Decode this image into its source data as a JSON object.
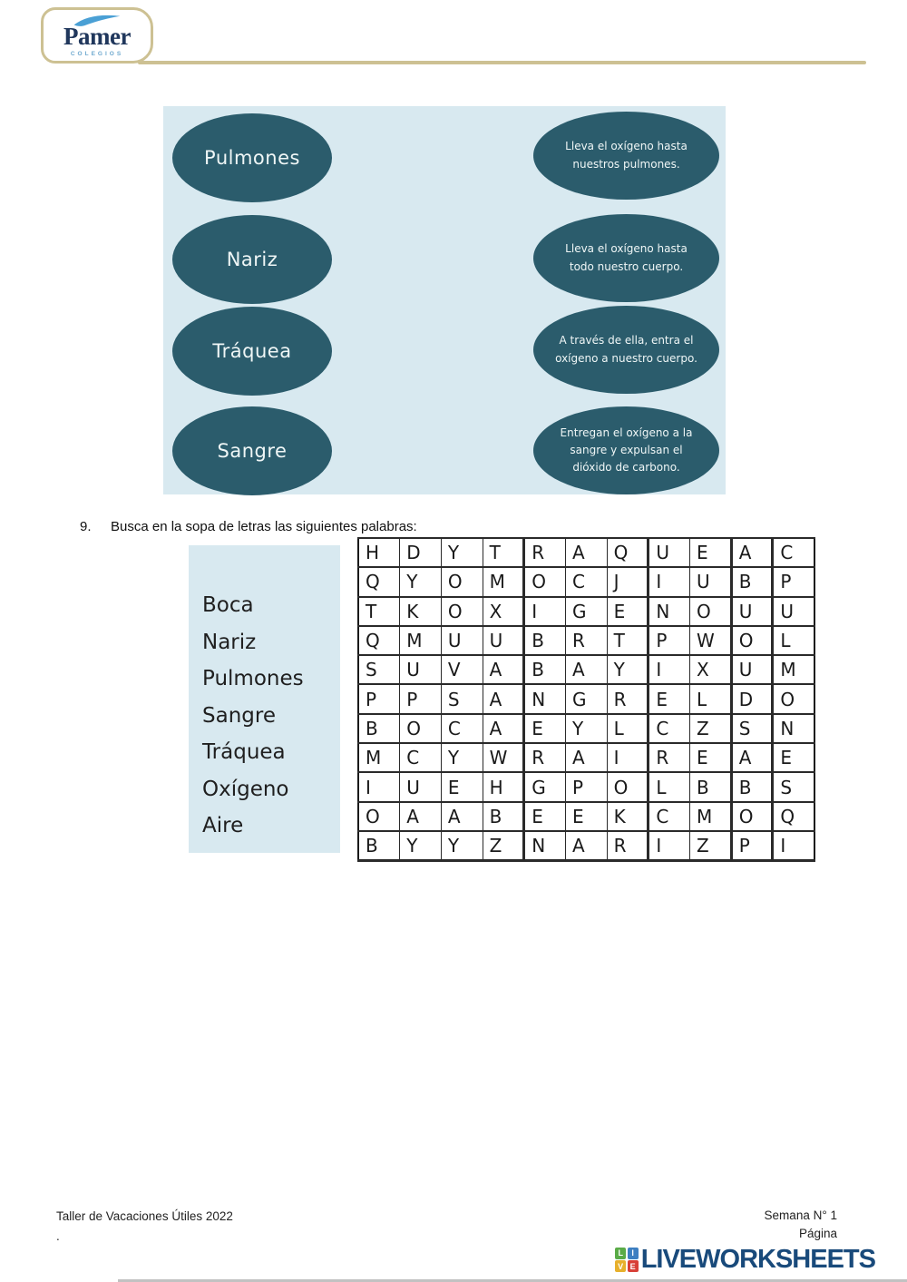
{
  "header": {
    "logo_text": "Pamer",
    "logo_subtext": "COLEGIOS"
  },
  "matching": {
    "terms": [
      "Pulmones",
      "Nariz",
      "Tráquea",
      "Sangre"
    ],
    "definitions": [
      "Lleva el oxígeno hasta nuestros pulmones.",
      "Lleva el oxígeno hasta todo nuestro cuerpo.",
      "A través de ella, entra el oxígeno a nuestro cuerpo.",
      "Entregan el oxígeno a la sangre y expulsan el dióxido de carbono."
    ]
  },
  "question": {
    "number": "9.",
    "text": "Busca en la sopa de letras las siguientes palabras:"
  },
  "word_list": [
    "Boca",
    "Nariz",
    "Pulmones",
    "Sangre",
    "Tráquea",
    "Oxígeno",
    "Aire"
  ],
  "word_search": {
    "rows": [
      [
        "H",
        "D",
        "Y",
        "T",
        "R",
        "A",
        "Q",
        "U",
        "E",
        "A",
        "C"
      ],
      [
        "Q",
        "Y",
        "O",
        "M",
        "O",
        "C",
        "J",
        "I",
        "U",
        "B",
        "P"
      ],
      [
        "T",
        "K",
        "O",
        "X",
        "I",
        "G",
        "E",
        "N",
        "O",
        "U",
        "U"
      ],
      [
        "Q",
        "M",
        "U",
        "U",
        "B",
        "R",
        "T",
        "P",
        "W",
        "O",
        "L"
      ],
      [
        "S",
        "U",
        "V",
        "A",
        "B",
        "A",
        "Y",
        "I",
        "X",
        "U",
        "M"
      ],
      [
        "P",
        "P",
        "S",
        "A",
        "N",
        "G",
        "R",
        "E",
        "L",
        "D",
        "O"
      ],
      [
        "B",
        "O",
        "C",
        "A",
        "E",
        "Y",
        "L",
        "C",
        "Z",
        "S",
        "N"
      ],
      [
        "M",
        "C",
        "Y",
        "W",
        "R",
        "A",
        "I",
        "R",
        "E",
        "A",
        "E"
      ],
      [
        "I",
        "U",
        "E",
        "H",
        "G",
        "P",
        "O",
        "L",
        "B",
        "B",
        "S"
      ],
      [
        "O",
        "A",
        "A",
        "B",
        "E",
        "E",
        "K",
        "C",
        "M",
        "O",
        "Q"
      ],
      [
        "B",
        "Y",
        "Y",
        "Z",
        "N",
        "A",
        "R",
        "I",
        "Z",
        "P",
        "I"
      ]
    ],
    "thick_left_columns": [
      4,
      7,
      9,
      10
    ]
  },
  "footer": {
    "left_line1": "Taller de Vacaciones Útiles 2022",
    "left_line2": ".",
    "right_line1": "Semana N° 1",
    "right_line2": "Página",
    "brand_text": "LIVEWORKSHEETS",
    "brand_tiles": [
      {
        "letter": "L",
        "color": "#5aab47"
      },
      {
        "letter": "I",
        "color": "#3d7fc1"
      },
      {
        "letter": "V",
        "color": "#e7b02c"
      },
      {
        "letter": "E",
        "color": "#d84038"
      }
    ]
  },
  "colors": {
    "oval_teal": "#2b5c6c",
    "activity_background": "#d8e9f0",
    "header_rule_tan": "#cdc193",
    "logo_navy": "#20375c",
    "brand_navy": "#194a7b"
  }
}
